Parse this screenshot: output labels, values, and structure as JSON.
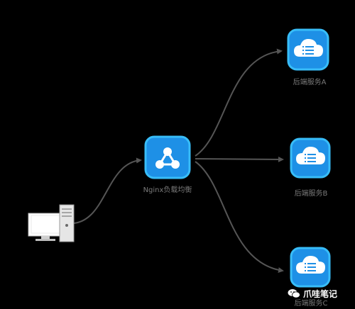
{
  "nodes": {
    "client": {
      "icon": "desktop-computer-icon"
    },
    "nginx": {
      "label": "Nginx负载均衡",
      "icon": "load-balancer-icon"
    },
    "backend_a": {
      "label": "后端服务A",
      "icon": "cloud-server-icon"
    },
    "backend_b": {
      "label": "后端服务B",
      "icon": "cloud-server-icon"
    },
    "backend_c": {
      "label": "后端服务C",
      "icon": "cloud-server-icon"
    }
  },
  "edges": [
    {
      "from": "client",
      "to": "nginx"
    },
    {
      "from": "nginx",
      "to": "backend_a"
    },
    {
      "from": "nginx",
      "to": "backend_b"
    },
    {
      "from": "nginx",
      "to": "backend_c"
    }
  ],
  "watermark": {
    "text": "爪哇笔记",
    "icon": "wechat-icon"
  },
  "colors": {
    "background": "#000000",
    "node_fill": "#1e90e6",
    "node_glow": "#38bdf8",
    "edge": "#555555",
    "label": "#7a7a7a"
  }
}
